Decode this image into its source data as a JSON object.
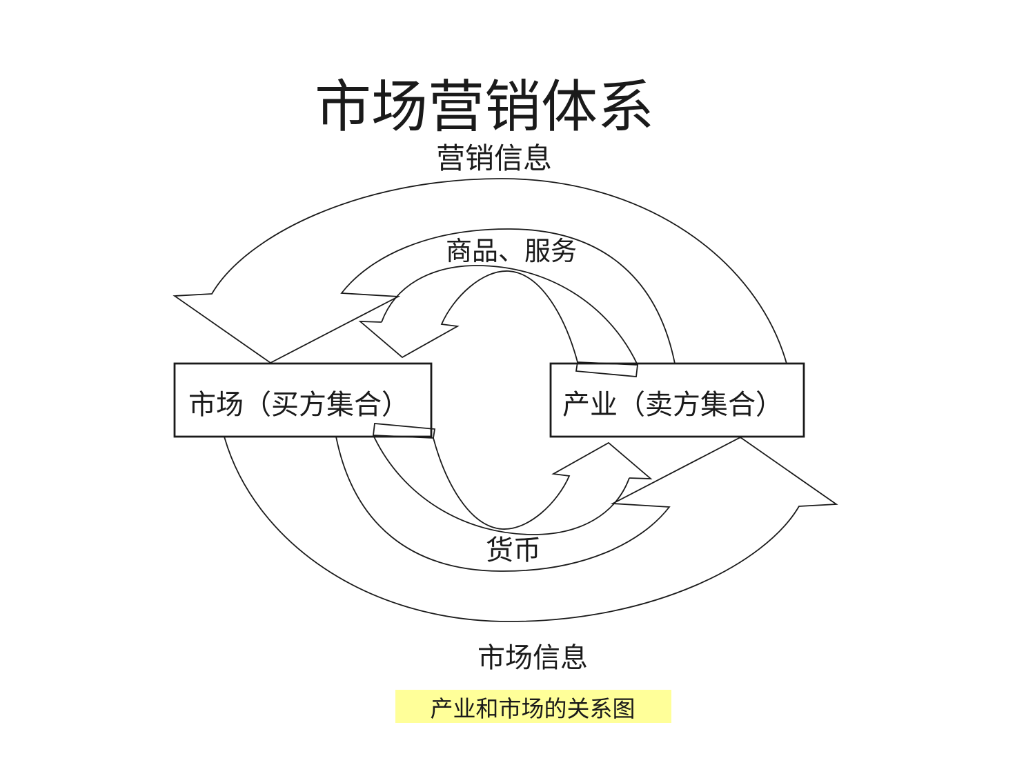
{
  "title": "市场营销体系",
  "flows": {
    "marketing_info": "营销信息",
    "goods_services": "商品、服务",
    "money": "货币",
    "market_info": "市场信息"
  },
  "boxes": {
    "market": "市场（买方集合）",
    "industry": "产业（卖方集合）"
  },
  "caption": {
    "text": "产业和市场的关系图",
    "bg_color": "#ffff99"
  },
  "colors": {
    "line": "#1a1a1a",
    "background": "#ffffff"
  }
}
